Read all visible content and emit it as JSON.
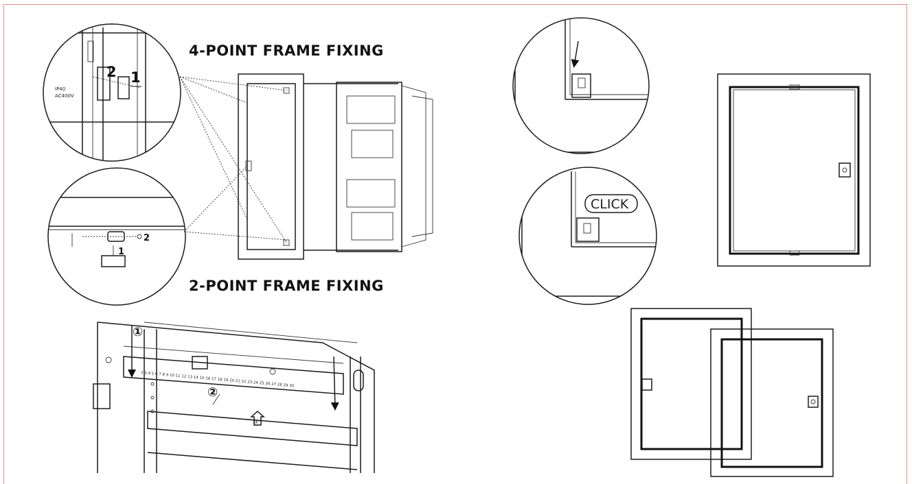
{
  "headings": {
    "four_point": "4-POINT FRAME FIXING",
    "two_point": "2-POINT FRAME FIXING"
  },
  "detail_4pt": {
    "step_1": "1",
    "step_2": "2",
    "rating_ip": "IP40",
    "rating_ac": "AC400V"
  },
  "detail_2pt": {
    "step_1": "1",
    "step_2": "2"
  },
  "click_label": "CLICK",
  "rail": {
    "step_1": "①",
    "step_2": "②",
    "terminal_numbers": "2 3 4 5 6 7 8 9 10 11 12 13 14 15 16 17 18 19 20 21 22 23 24 25 26 27 28 29 30",
    "up_label": "UP"
  },
  "colors": {
    "border": "#e8877f",
    "line": "#1a1a1a"
  }
}
